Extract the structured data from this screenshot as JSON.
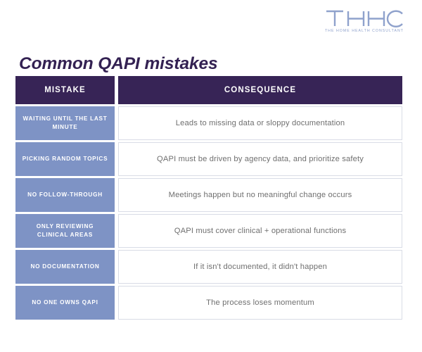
{
  "brand": {
    "logo_mark": "THHC",
    "logo_tagline": "THE HOME HEALTH CONSULTANT",
    "logo_color": "#8fa2cc"
  },
  "page": {
    "title": "Common QAPI mistakes",
    "title_color": "#332152",
    "background": "#ffffff"
  },
  "table": {
    "header_bg": "#372456",
    "mistake_bg": "#7e93c5",
    "consequence_bg": "#ffffff",
    "consequence_border": "#d9dce6",
    "consequence_text_color": "#6f6f6f",
    "columns": [
      {
        "key": "mistake",
        "label": "MISTAKE"
      },
      {
        "key": "consequence",
        "label": "CONSEQUENCE"
      }
    ],
    "rows": [
      {
        "mistake": "WAITING UNTIL THE LAST MINUTE",
        "consequence": "Leads to missing data or sloppy documentation"
      },
      {
        "mistake": "PICKING RANDOM TOPICS",
        "consequence": "QAPI must be driven by agency data, and prioritize safety"
      },
      {
        "mistake": "NO FOLLOW-THROUGH",
        "consequence": "Meetings happen but no meaningful change occurs"
      },
      {
        "mistake": "ONLY REVIEWING CLINICAL AREAS",
        "consequence": "QAPI must cover clinical + operational functions"
      },
      {
        "mistake": "NO DOCUMENTATION",
        "consequence": "If it isn't documented, it didn't happen"
      },
      {
        "mistake": "NO ONE OWNS QAPI",
        "consequence": "The process loses momentum"
      }
    ]
  }
}
